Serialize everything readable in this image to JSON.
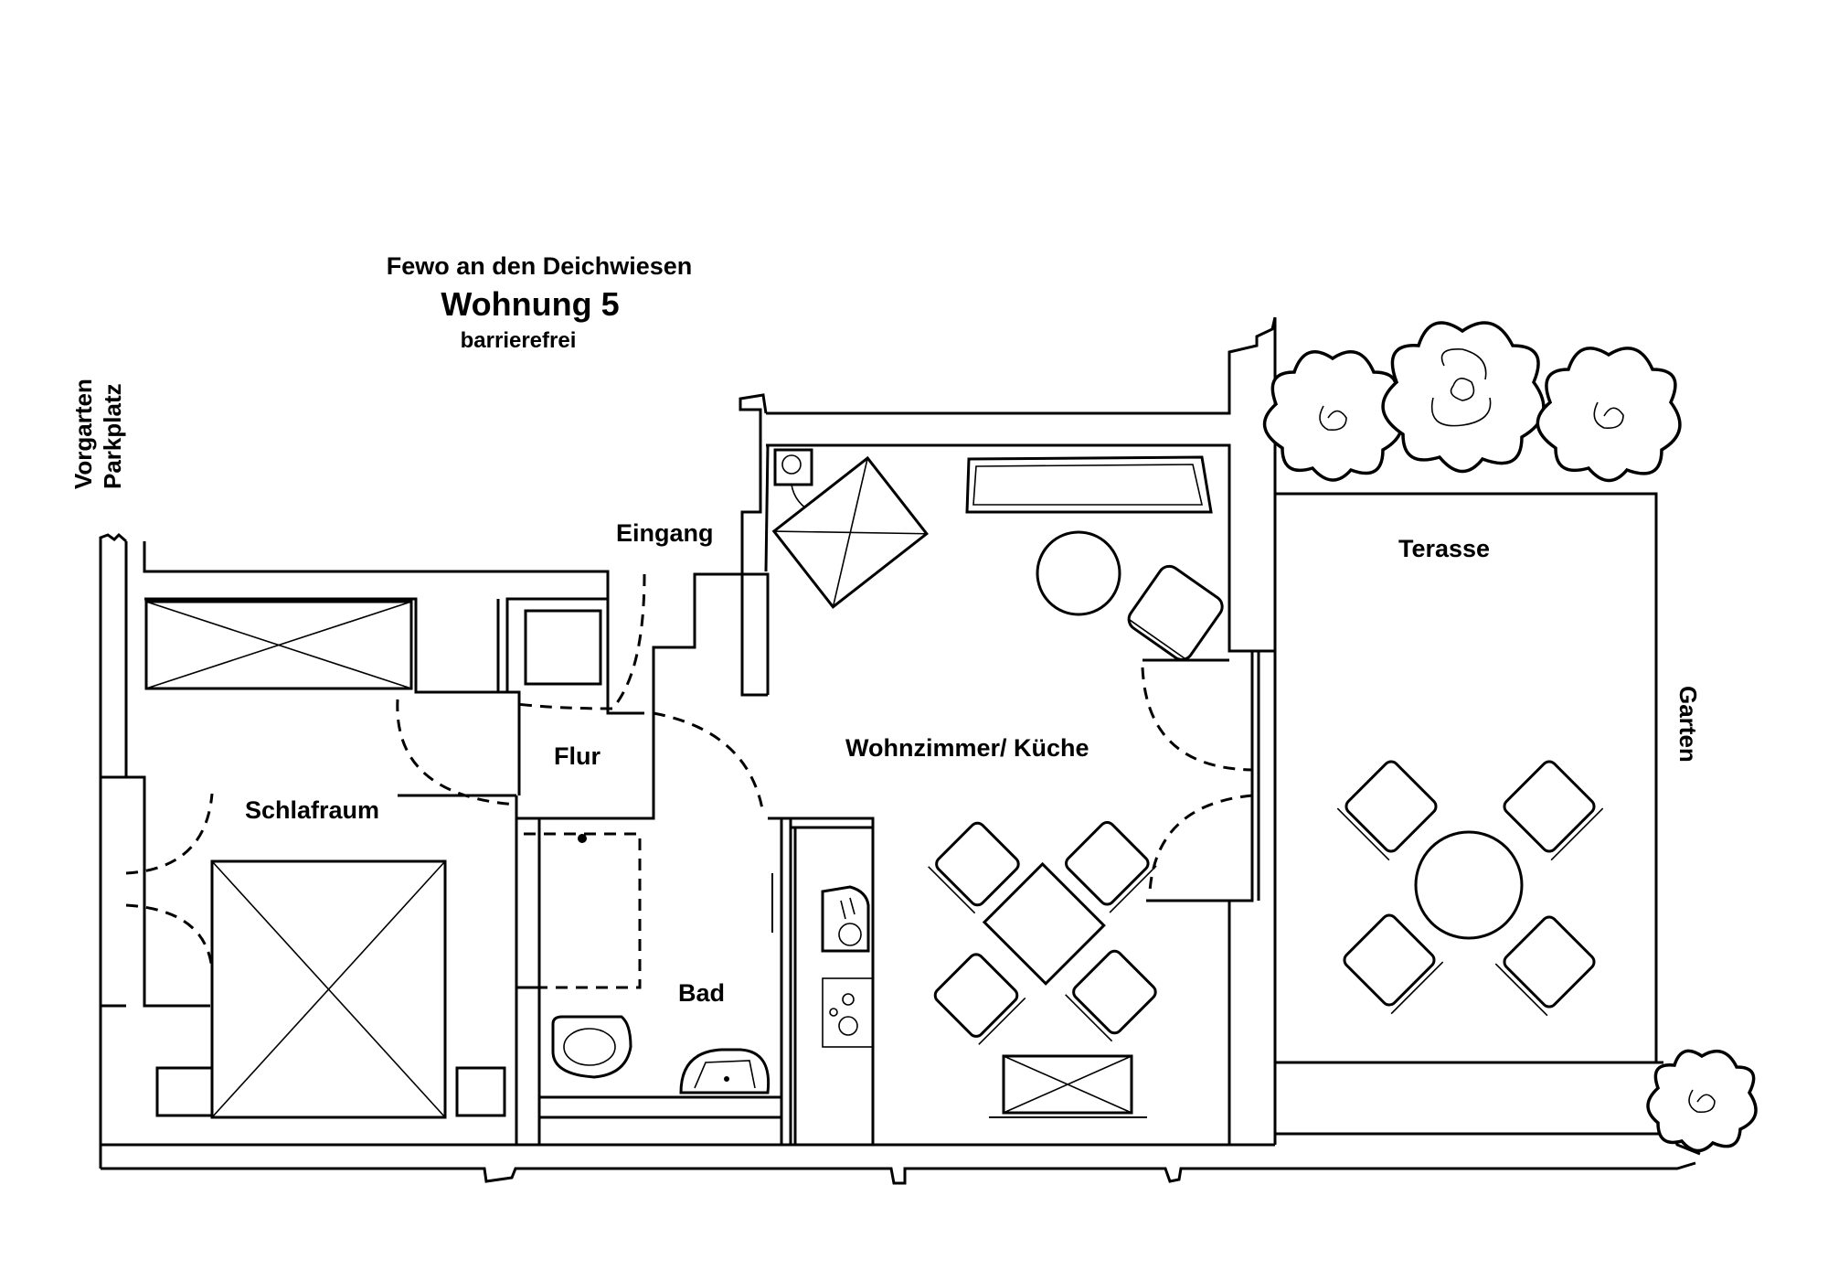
{
  "header": {
    "subtitle": "Fewo an den Deichwiesen",
    "title": "Wohnung 5",
    "note": "barrierefrei"
  },
  "side_labels": {
    "vorgarten": "Vorgarten",
    "parkplatz": "Parkplatz",
    "garten": "Garten"
  },
  "rooms": {
    "eingang": "Eingang",
    "flur": "Flur",
    "schlafraum": "Schlafraum",
    "bad": "Bad",
    "wohnzimmer": "Wohnzimmer/ Küche",
    "terasse": "Terasse"
  }
}
